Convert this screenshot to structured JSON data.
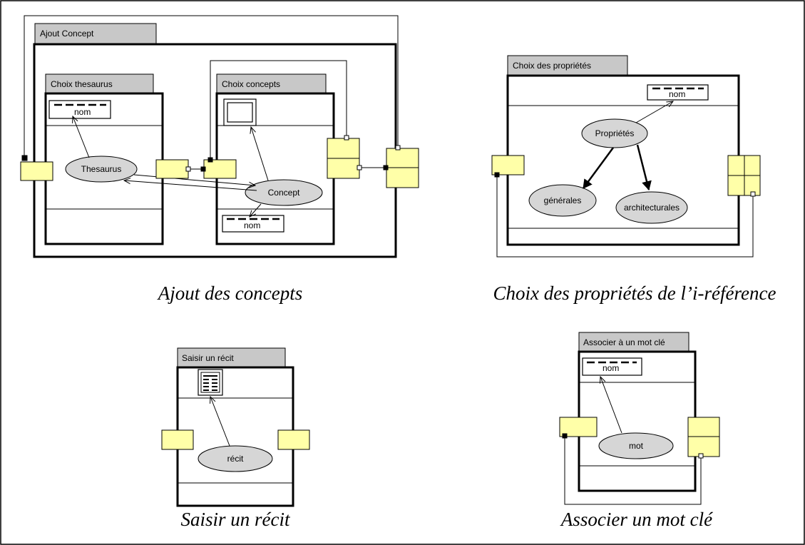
{
  "panels": {
    "ajout": {
      "caption": "Ajout des concepts",
      "outer_tab": "Ajout Concept",
      "thesaurus_tab": "Choix thesaurus",
      "concepts_tab": "Choix concepts",
      "thesaurus_name": "nom",
      "thesaurus_ellipse": "Thesaurus",
      "concept_ellipse": "Concept",
      "concept_name": "nom"
    },
    "proprietes": {
      "caption": "Choix des propriétés de  l’i-référence",
      "tab": "Choix des propriétés",
      "name": "nom",
      "root_ellipse": "Propriétés",
      "general_ellipse": "générales",
      "architectural_ellipse": "architecturales"
    },
    "recit": {
      "caption": "Saisir un récit",
      "tab": "Saisir un récit",
      "ellipse": "récit"
    },
    "motcle": {
      "caption": "Associer un mot clé",
      "tab": "Associer à un mot clé",
      "name": "nom",
      "ellipse": "mot"
    }
  }
}
